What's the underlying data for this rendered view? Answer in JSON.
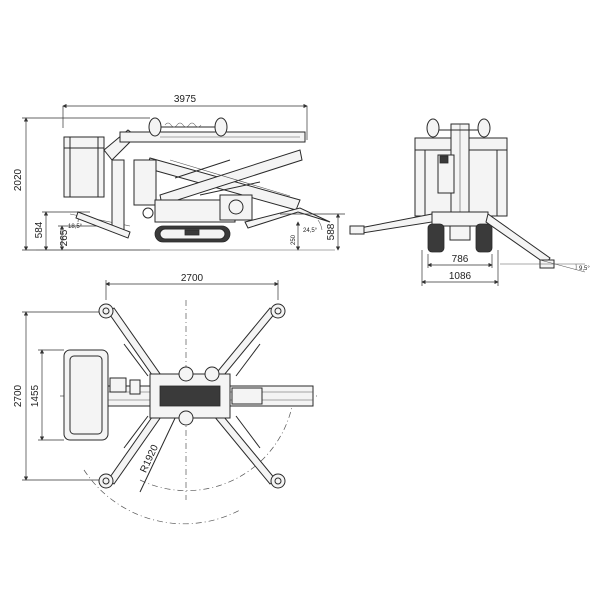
{
  "side_view": {
    "total_length": "3975",
    "total_height": "2020",
    "dim_584": "584",
    "dim_265": "265",
    "angle_left": "18,5°",
    "angle_right": "24,5°",
    "dim_250": "250",
    "dim_588": "588"
  },
  "front_view": {
    "track_width": "786",
    "overall_width": "1086",
    "angle": "9,5°"
  },
  "top_view": {
    "outrigger_span": "2700",
    "outrigger_depth": "2700",
    "basket_width": "1455",
    "turn_radius": "R1920"
  }
}
